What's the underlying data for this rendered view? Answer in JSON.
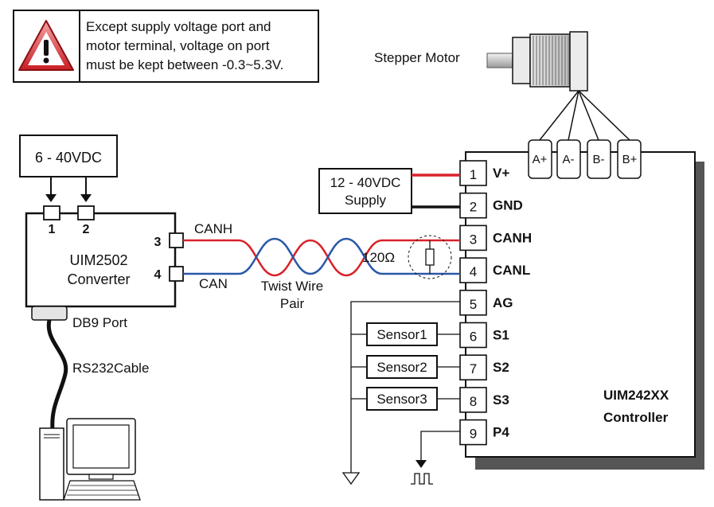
{
  "warning": {
    "lines": [
      "Except supply voltage port and",
      "motor terminal, voltage on port",
      "must be kept between -0.3~5.3V."
    ]
  },
  "motor": {
    "label": "Stepper Motor",
    "terminals": [
      "A+",
      "A-",
      "B-",
      "B+"
    ]
  },
  "power_input": {
    "label": "6 - 40VDC",
    "pin_labels": [
      "1",
      "2"
    ]
  },
  "converter": {
    "name_line1": "UIM2502",
    "name_line2": "Converter",
    "port3": "3",
    "port4": "4",
    "db9_label": "DB9 Port",
    "cable_label": "RS232Cable"
  },
  "bus": {
    "canh_label": "CANH",
    "canl_label": "CAN",
    "twist_line1": "Twist Wire",
    "twist_line2": "Pair",
    "resistor_label": "120Ω"
  },
  "supply": {
    "line1": "12 - 40VDC",
    "line2": "Supply"
  },
  "controller": {
    "name_line1": "UIM242XX",
    "name_line2": "Controller",
    "pins": [
      {
        "num": "1",
        "label": "V+"
      },
      {
        "num": "2",
        "label": "GND"
      },
      {
        "num": "3",
        "label": "CANH"
      },
      {
        "num": "4",
        "label": "CANL"
      },
      {
        "num": "5",
        "label": "AG"
      },
      {
        "num": "6",
        "label": "S1"
      },
      {
        "num": "7",
        "label": "S2"
      },
      {
        "num": "8",
        "label": "S3"
      },
      {
        "num": "9",
        "label": "P4"
      }
    ]
  },
  "sensors": [
    "Sensor1",
    "Sensor2",
    "Sensor3"
  ],
  "colors": {
    "red_wire": "#d9222a",
    "blue_wire": "#2a58a8",
    "warning_red": "#d9262b"
  }
}
